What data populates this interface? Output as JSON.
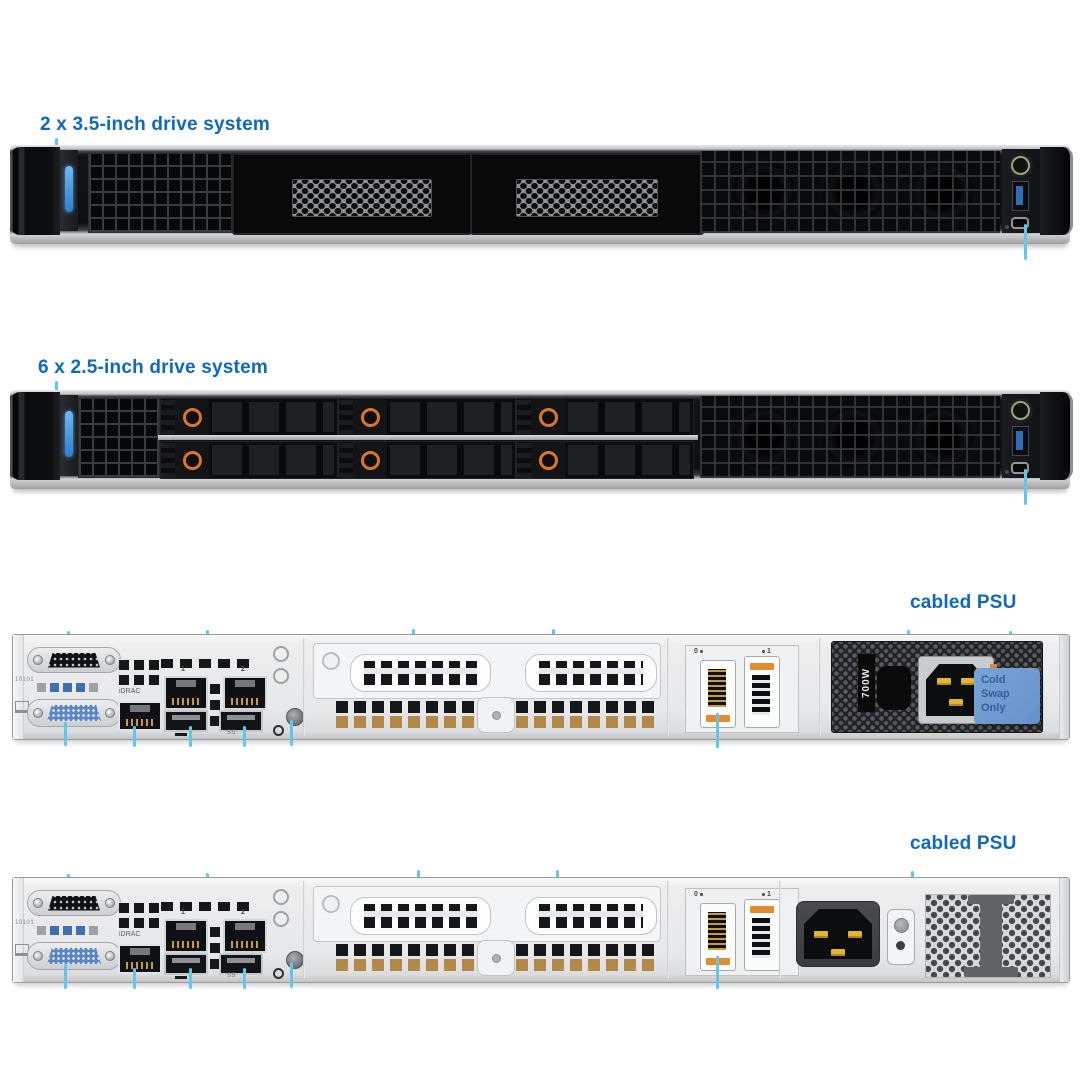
{
  "sections": {
    "front_35": {
      "title": "2 x 3.5-inch drive system"
    },
    "front_25": {
      "title": "6 x 2.5-inch drive system"
    },
    "rear_700w": {
      "title": "cabled PSU"
    },
    "rear_cabled": {
      "title": "cabled PSU"
    }
  },
  "rear_io": {
    "serial_label": "10101",
    "idrac_label": "iDRAC",
    "nic1_label": "1",
    "nic2_label": "2",
    "usb3_label": "SS",
    "slot0_label": "0",
    "slot1_label": "1"
  },
  "psu": {
    "wattage": "700W",
    "cold_swap_tab": "Cold Swap Only"
  },
  "colors": {
    "label_blue": "#0f68bd",
    "callout_cyan": "#65c4ea",
    "chassis_front_dark": "#0e0f11",
    "chassis_rear_gray": "#e7e8ea",
    "drive_release_orange": "#da762c",
    "boss_tab_orange": "#e48b2f",
    "psu_tab_blue": "#6f9ccf",
    "psu_tab_text_blue": "#2f5f9e",
    "power_pin_gold": "#e3b62e",
    "vga_blue": "#5c85c6",
    "usb_tongue_blue": "#2e6cb5",
    "status_led_blue": "#4494da"
  }
}
